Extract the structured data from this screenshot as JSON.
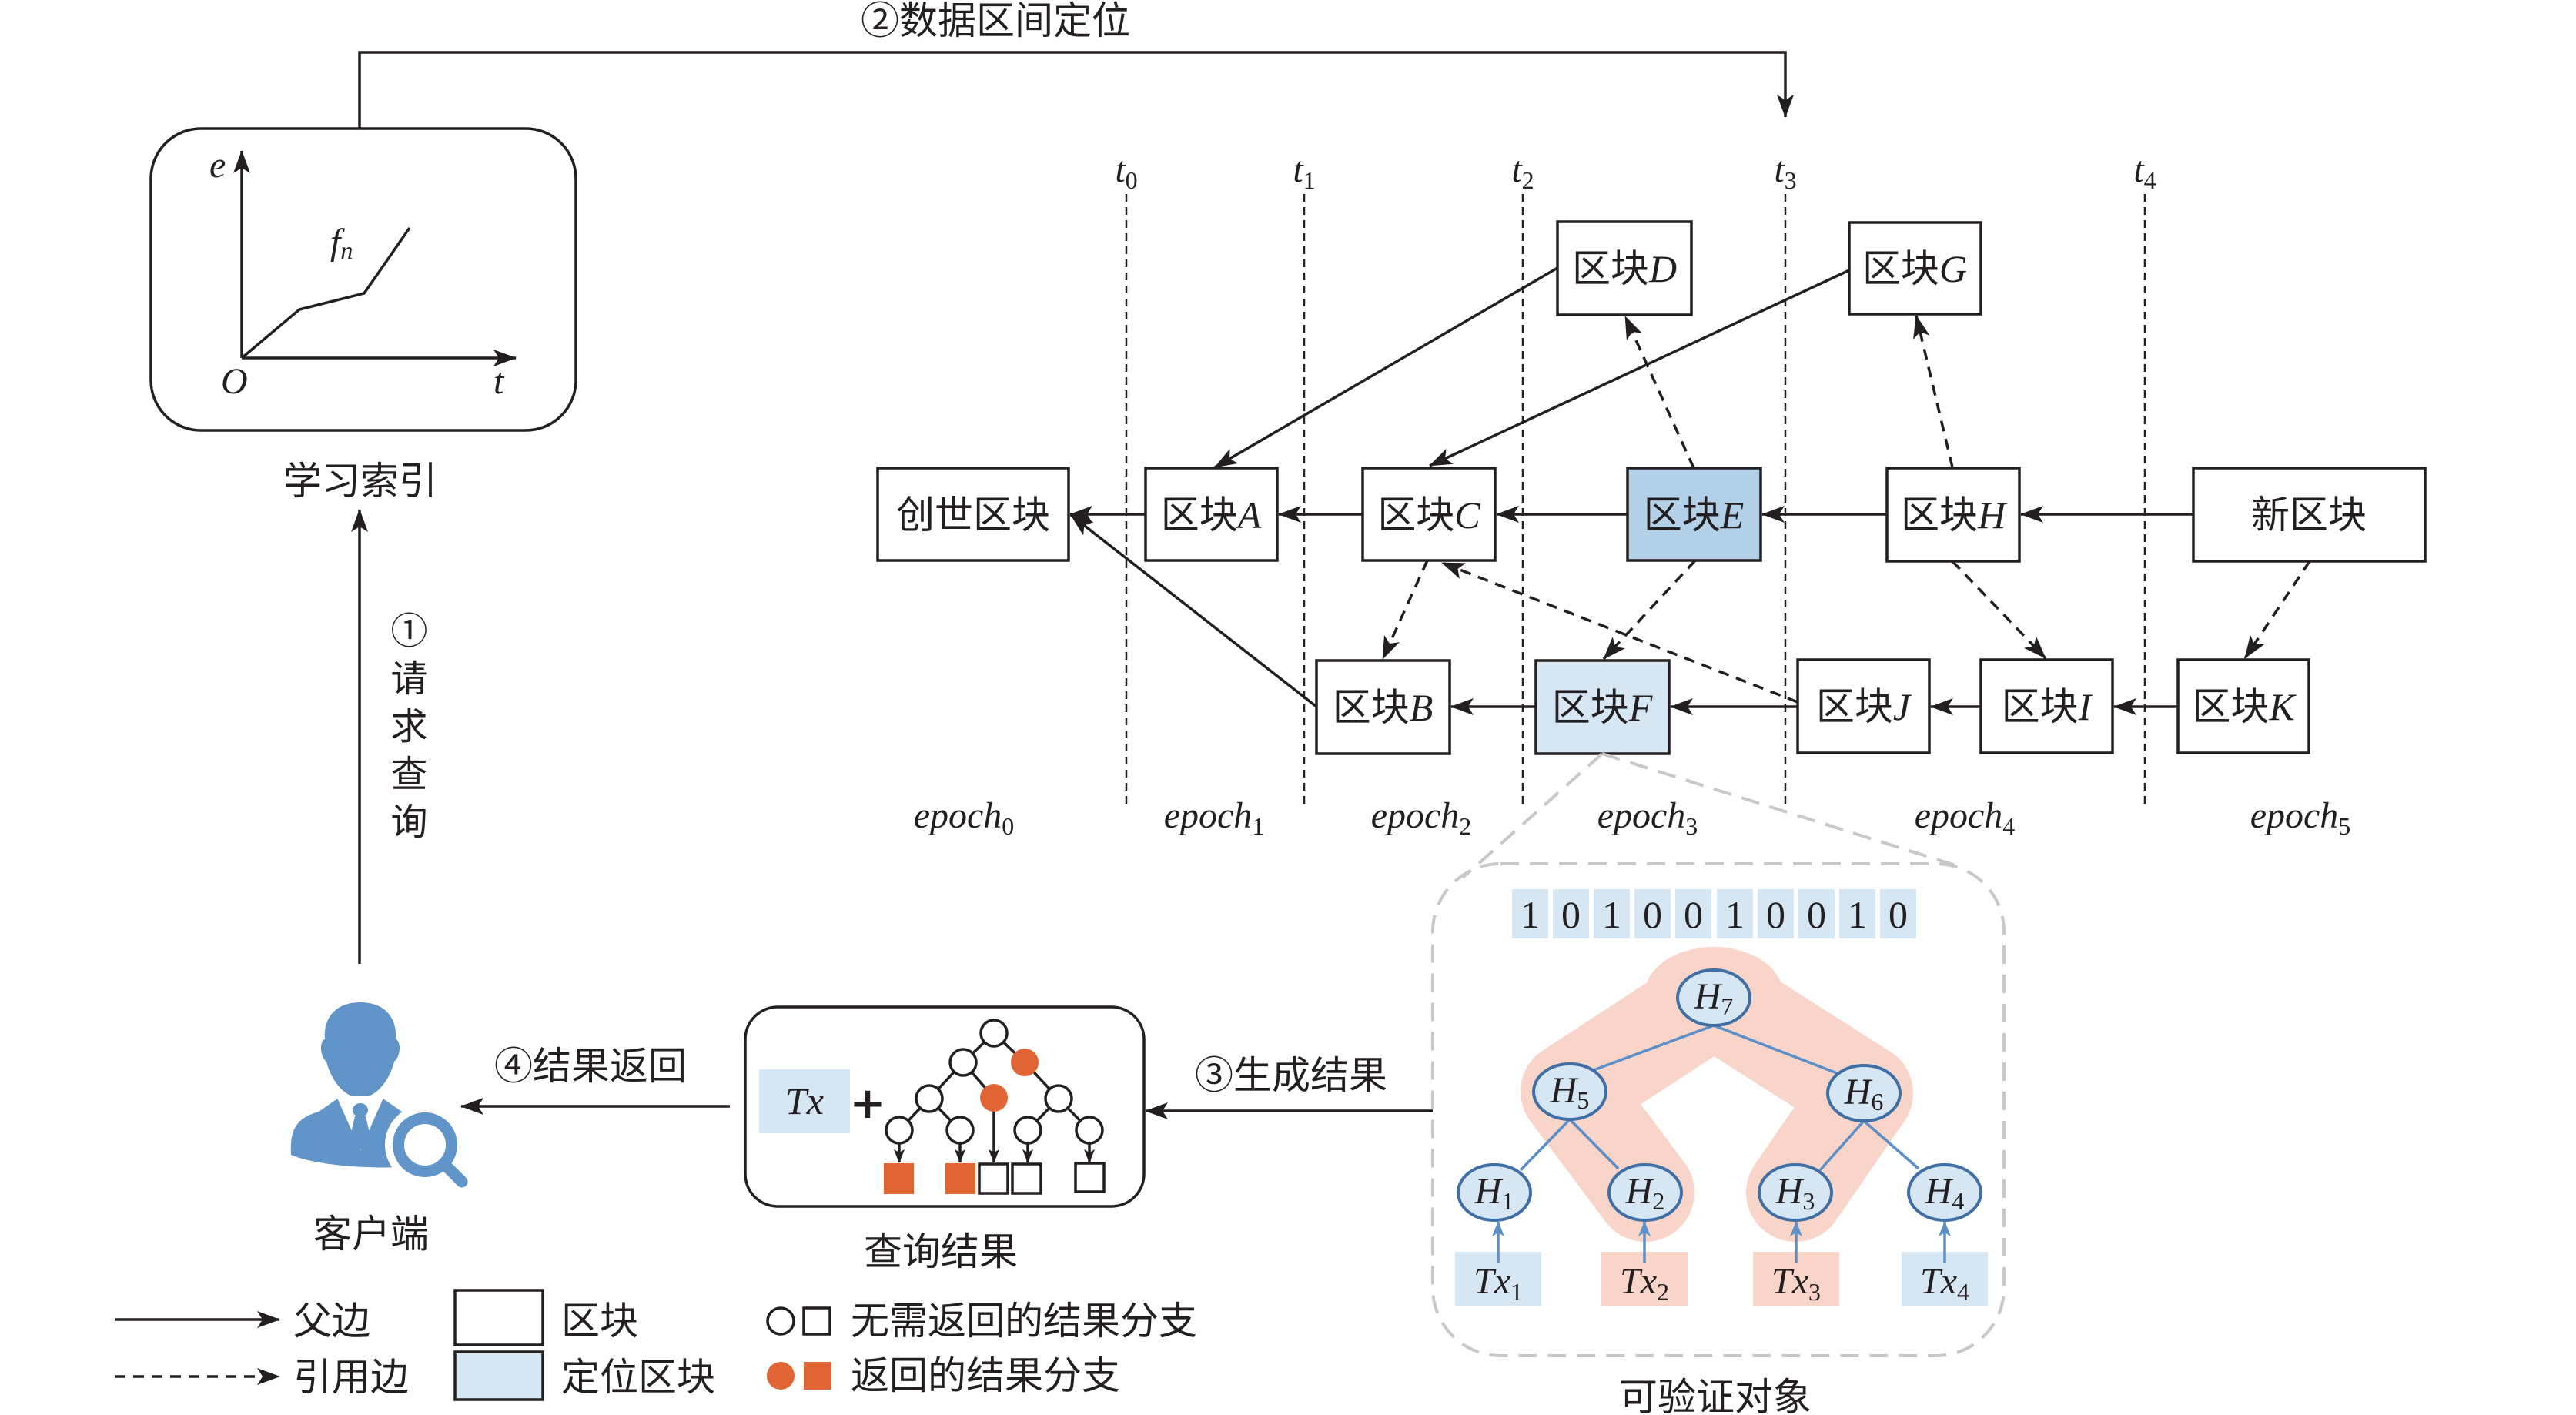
{
  "steps": {
    "request": "①请求查询",
    "locate": "②数据区间定位",
    "generate": "③生成结果",
    "return": "④结果返回"
  },
  "learned_index": {
    "label": "学习索引",
    "y_axis": "e",
    "x_axis": "t",
    "origin": "O",
    "function": {
      "name": "f",
      "sub": "n"
    }
  },
  "time_markers": [
    {
      "var": "t",
      "sub": "0"
    },
    {
      "var": "t",
      "sub": "1"
    },
    {
      "var": "t",
      "sub": "2"
    },
    {
      "var": "t",
      "sub": "3"
    },
    {
      "var": "t",
      "sub": "4"
    }
  ],
  "epochs": [
    {
      "var": "epoch",
      "sub": "0"
    },
    {
      "var": "epoch",
      "sub": "1"
    },
    {
      "var": "epoch",
      "sub": "2"
    },
    {
      "var": "epoch",
      "sub": "3"
    },
    {
      "var": "epoch",
      "sub": "4"
    },
    {
      "var": "epoch",
      "sub": "5"
    }
  ],
  "blocks": {
    "genesis": {
      "label": "创世区块",
      "status": "normal"
    },
    "A": {
      "label": "区块",
      "letter": "A",
      "status": "normal"
    },
    "B": {
      "label": "区块",
      "letter": "B",
      "status": "normal"
    },
    "C": {
      "label": "区块",
      "letter": "C",
      "status": "normal"
    },
    "D": {
      "label": "区块",
      "letter": "D",
      "status": "normal"
    },
    "E": {
      "label": "区块",
      "letter": "E",
      "status": "located-primary"
    },
    "F": {
      "label": "区块",
      "letter": "F",
      "status": "located"
    },
    "G": {
      "label": "区块",
      "letter": "G",
      "status": "normal"
    },
    "H": {
      "label": "区块",
      "letter": "H",
      "status": "normal"
    },
    "I": {
      "label": "区块",
      "letter": "I",
      "status": "normal"
    },
    "J": {
      "label": "区块",
      "letter": "J",
      "status": "normal"
    },
    "K": {
      "label": "区块",
      "letter": "K",
      "status": "normal"
    },
    "new": {
      "label": "新区块",
      "status": "normal"
    }
  },
  "edges": {
    "parent": [
      {
        "from": "A",
        "to": "genesis"
      },
      {
        "from": "B",
        "to": "genesis"
      },
      {
        "from": "C",
        "to": "A"
      },
      {
        "from": "D",
        "to": "A"
      },
      {
        "from": "E",
        "to": "C"
      },
      {
        "from": "G",
        "to": "C"
      },
      {
        "from": "H",
        "to": "E"
      },
      {
        "from": "new",
        "to": "H"
      },
      {
        "from": "F",
        "to": "B"
      },
      {
        "from": "J",
        "to": "F"
      },
      {
        "from": "I",
        "to": "J"
      },
      {
        "from": "K",
        "to": "I"
      }
    ],
    "reference": [
      {
        "from": "E",
        "to": "D"
      },
      {
        "from": "E",
        "to": "F"
      },
      {
        "from": "C",
        "to": "B"
      },
      {
        "from": "J",
        "to": "C"
      },
      {
        "from": "H",
        "to": "G"
      },
      {
        "from": "H",
        "to": "I"
      },
      {
        "from": "new",
        "to": "K"
      }
    ]
  },
  "client": {
    "label": "客户端",
    "icon": "user-search-icon"
  },
  "query_result": {
    "label": "查询结果",
    "tx": "Tx",
    "plus": "+",
    "tree": {
      "nodes": [
        {
          "id": "n0",
          "status": "not-returned"
        },
        {
          "id": "n1",
          "status": "not-returned"
        },
        {
          "id": "n2",
          "status": "returned"
        },
        {
          "id": "n3",
          "status": "not-returned"
        },
        {
          "id": "n4",
          "status": "returned"
        },
        {
          "id": "n5",
          "status": "not-returned"
        },
        {
          "id": "n6",
          "status": "not-returned"
        },
        {
          "id": "n7",
          "status": "not-returned"
        },
        {
          "id": "n8",
          "status": "not-returned"
        },
        {
          "id": "n9",
          "status": "not-returned"
        }
      ],
      "leaves": [
        {
          "parent": "n6",
          "status": "returned"
        },
        {
          "parent": "n7",
          "status": "returned"
        },
        {
          "parent": "n4",
          "status": "not-returned"
        },
        {
          "parent": "n8",
          "status": "not-returned"
        },
        {
          "parent": "n9",
          "status": "not-returned"
        }
      ]
    }
  },
  "verifiable_object": {
    "label": "可验证对象",
    "bitmap": [
      "1",
      "0",
      "1",
      "0",
      "0",
      "1",
      "0",
      "0",
      "1",
      "0"
    ],
    "merkle_nodes": {
      "H7": {
        "var": "H",
        "sub": "7"
      },
      "H5": {
        "var": "H",
        "sub": "5"
      },
      "H6": {
        "var": "H",
        "sub": "6"
      },
      "H1": {
        "var": "H",
        "sub": "1"
      },
      "H2": {
        "var": "H",
        "sub": "2"
      },
      "H3": {
        "var": "H",
        "sub": "3"
      },
      "H4": {
        "var": "H",
        "sub": "4"
      }
    },
    "merkle_edges": [
      [
        "H7",
        "H5"
      ],
      [
        "H7",
        "H6"
      ],
      [
        "H5",
        "H1"
      ],
      [
        "H5",
        "H2"
      ],
      [
        "H6",
        "H3"
      ],
      [
        "H6",
        "H4"
      ]
    ],
    "proof_path": [
      "H2",
      "H5",
      "H7",
      "H6",
      "H3"
    ],
    "transactions": [
      {
        "var": "Tx",
        "sub": "1",
        "status": "normal"
      },
      {
        "var": "Tx",
        "sub": "2",
        "status": "in-proof"
      },
      {
        "var": "Tx",
        "sub": "3",
        "status": "in-proof"
      },
      {
        "var": "Tx",
        "sub": "4",
        "status": "normal"
      }
    ]
  },
  "legend": {
    "parent_edge": "父边",
    "reference_edge": "引用边",
    "block": "区块",
    "located_block": "定位区块",
    "not_returned_branch": "无需返回的结果分支",
    "returned_branch": "返回的结果分支"
  },
  "colors": {
    "ink": "#231F20",
    "located_primary": "#B2D0E8",
    "located": "#D6E6F3",
    "returned": "#E06535",
    "proof_highlight": "#F8D5C8",
    "client": "#6194C8",
    "merkle_edge": "#5B8FC9",
    "merkle_node_stroke": "#3F6FA6",
    "panel_dash": "#C8C8C8"
  }
}
